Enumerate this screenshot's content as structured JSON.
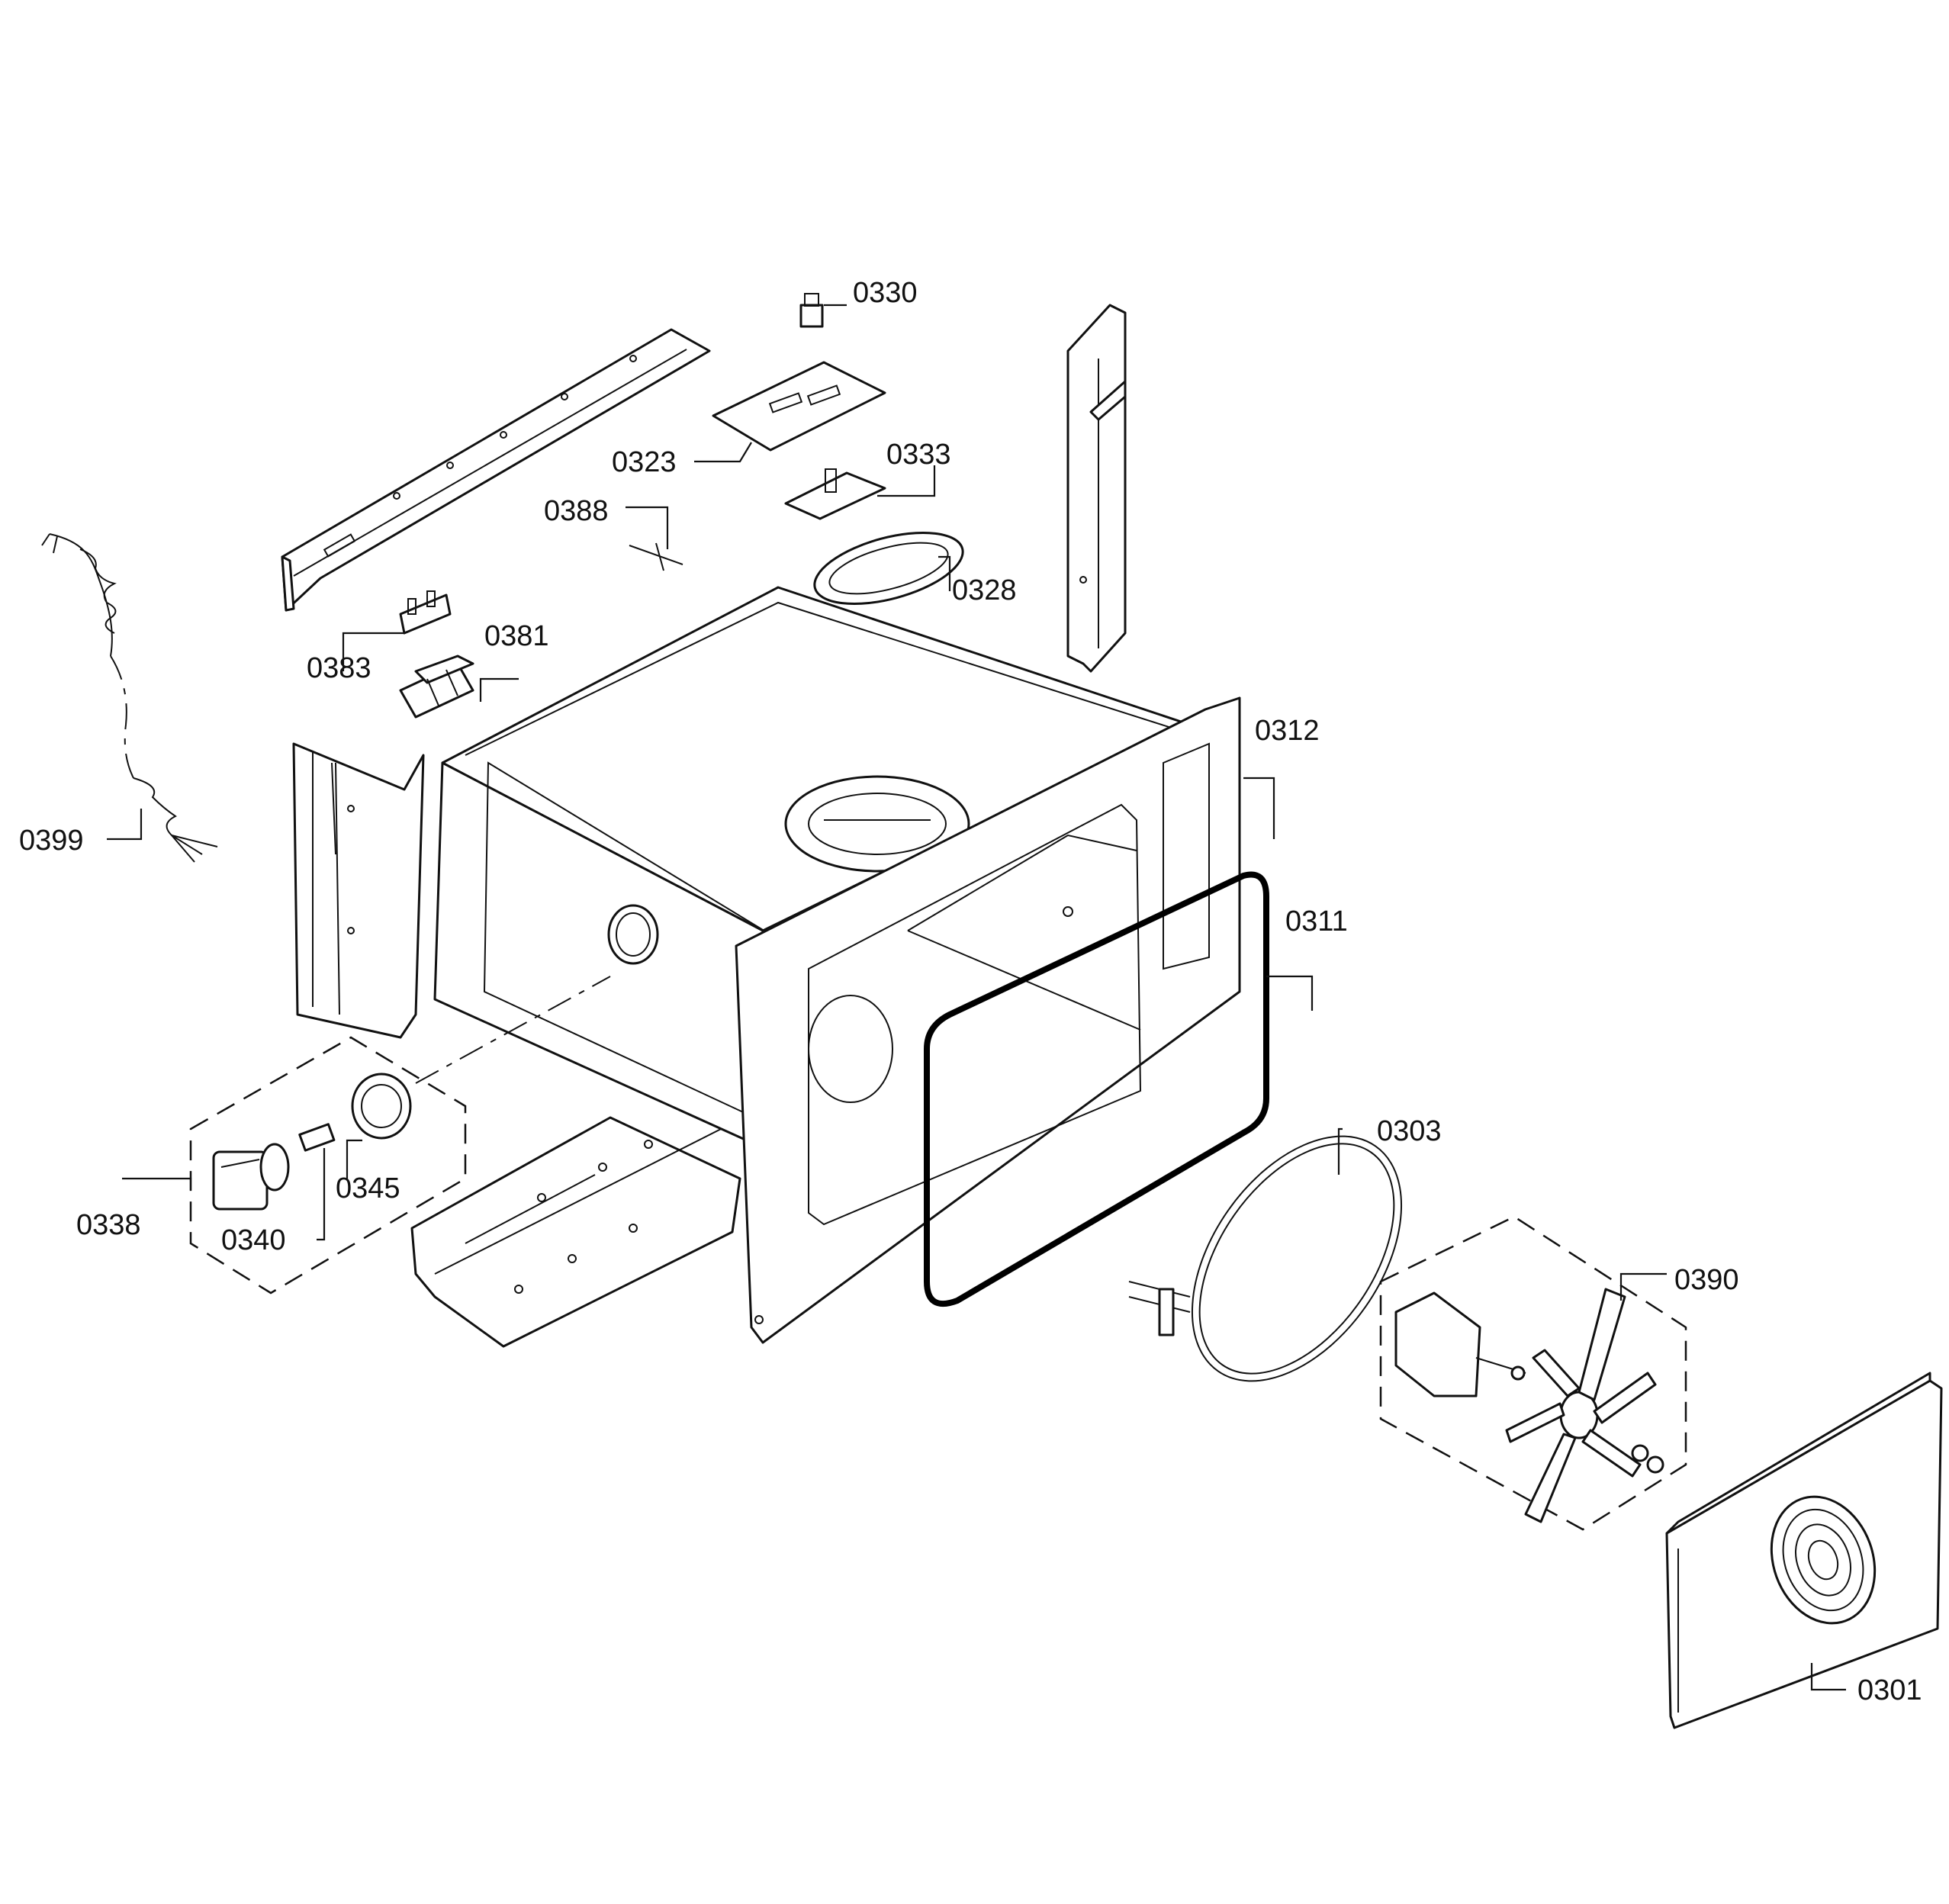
{
  "diagram": {
    "type": "exploded-parts-view",
    "parts": [
      {
        "id": "0330"
      },
      {
        "id": "0323"
      },
      {
        "id": "0333"
      },
      {
        "id": "0388"
      },
      {
        "id": "0328"
      },
      {
        "id": "0383"
      },
      {
        "id": "0381"
      },
      {
        "id": "0312"
      },
      {
        "id": "0399"
      },
      {
        "id": "0311"
      },
      {
        "id": "0303"
      },
      {
        "id": "0345"
      },
      {
        "id": "0338"
      },
      {
        "id": "0340"
      },
      {
        "id": "0390"
      },
      {
        "id": "0301"
      }
    ]
  }
}
